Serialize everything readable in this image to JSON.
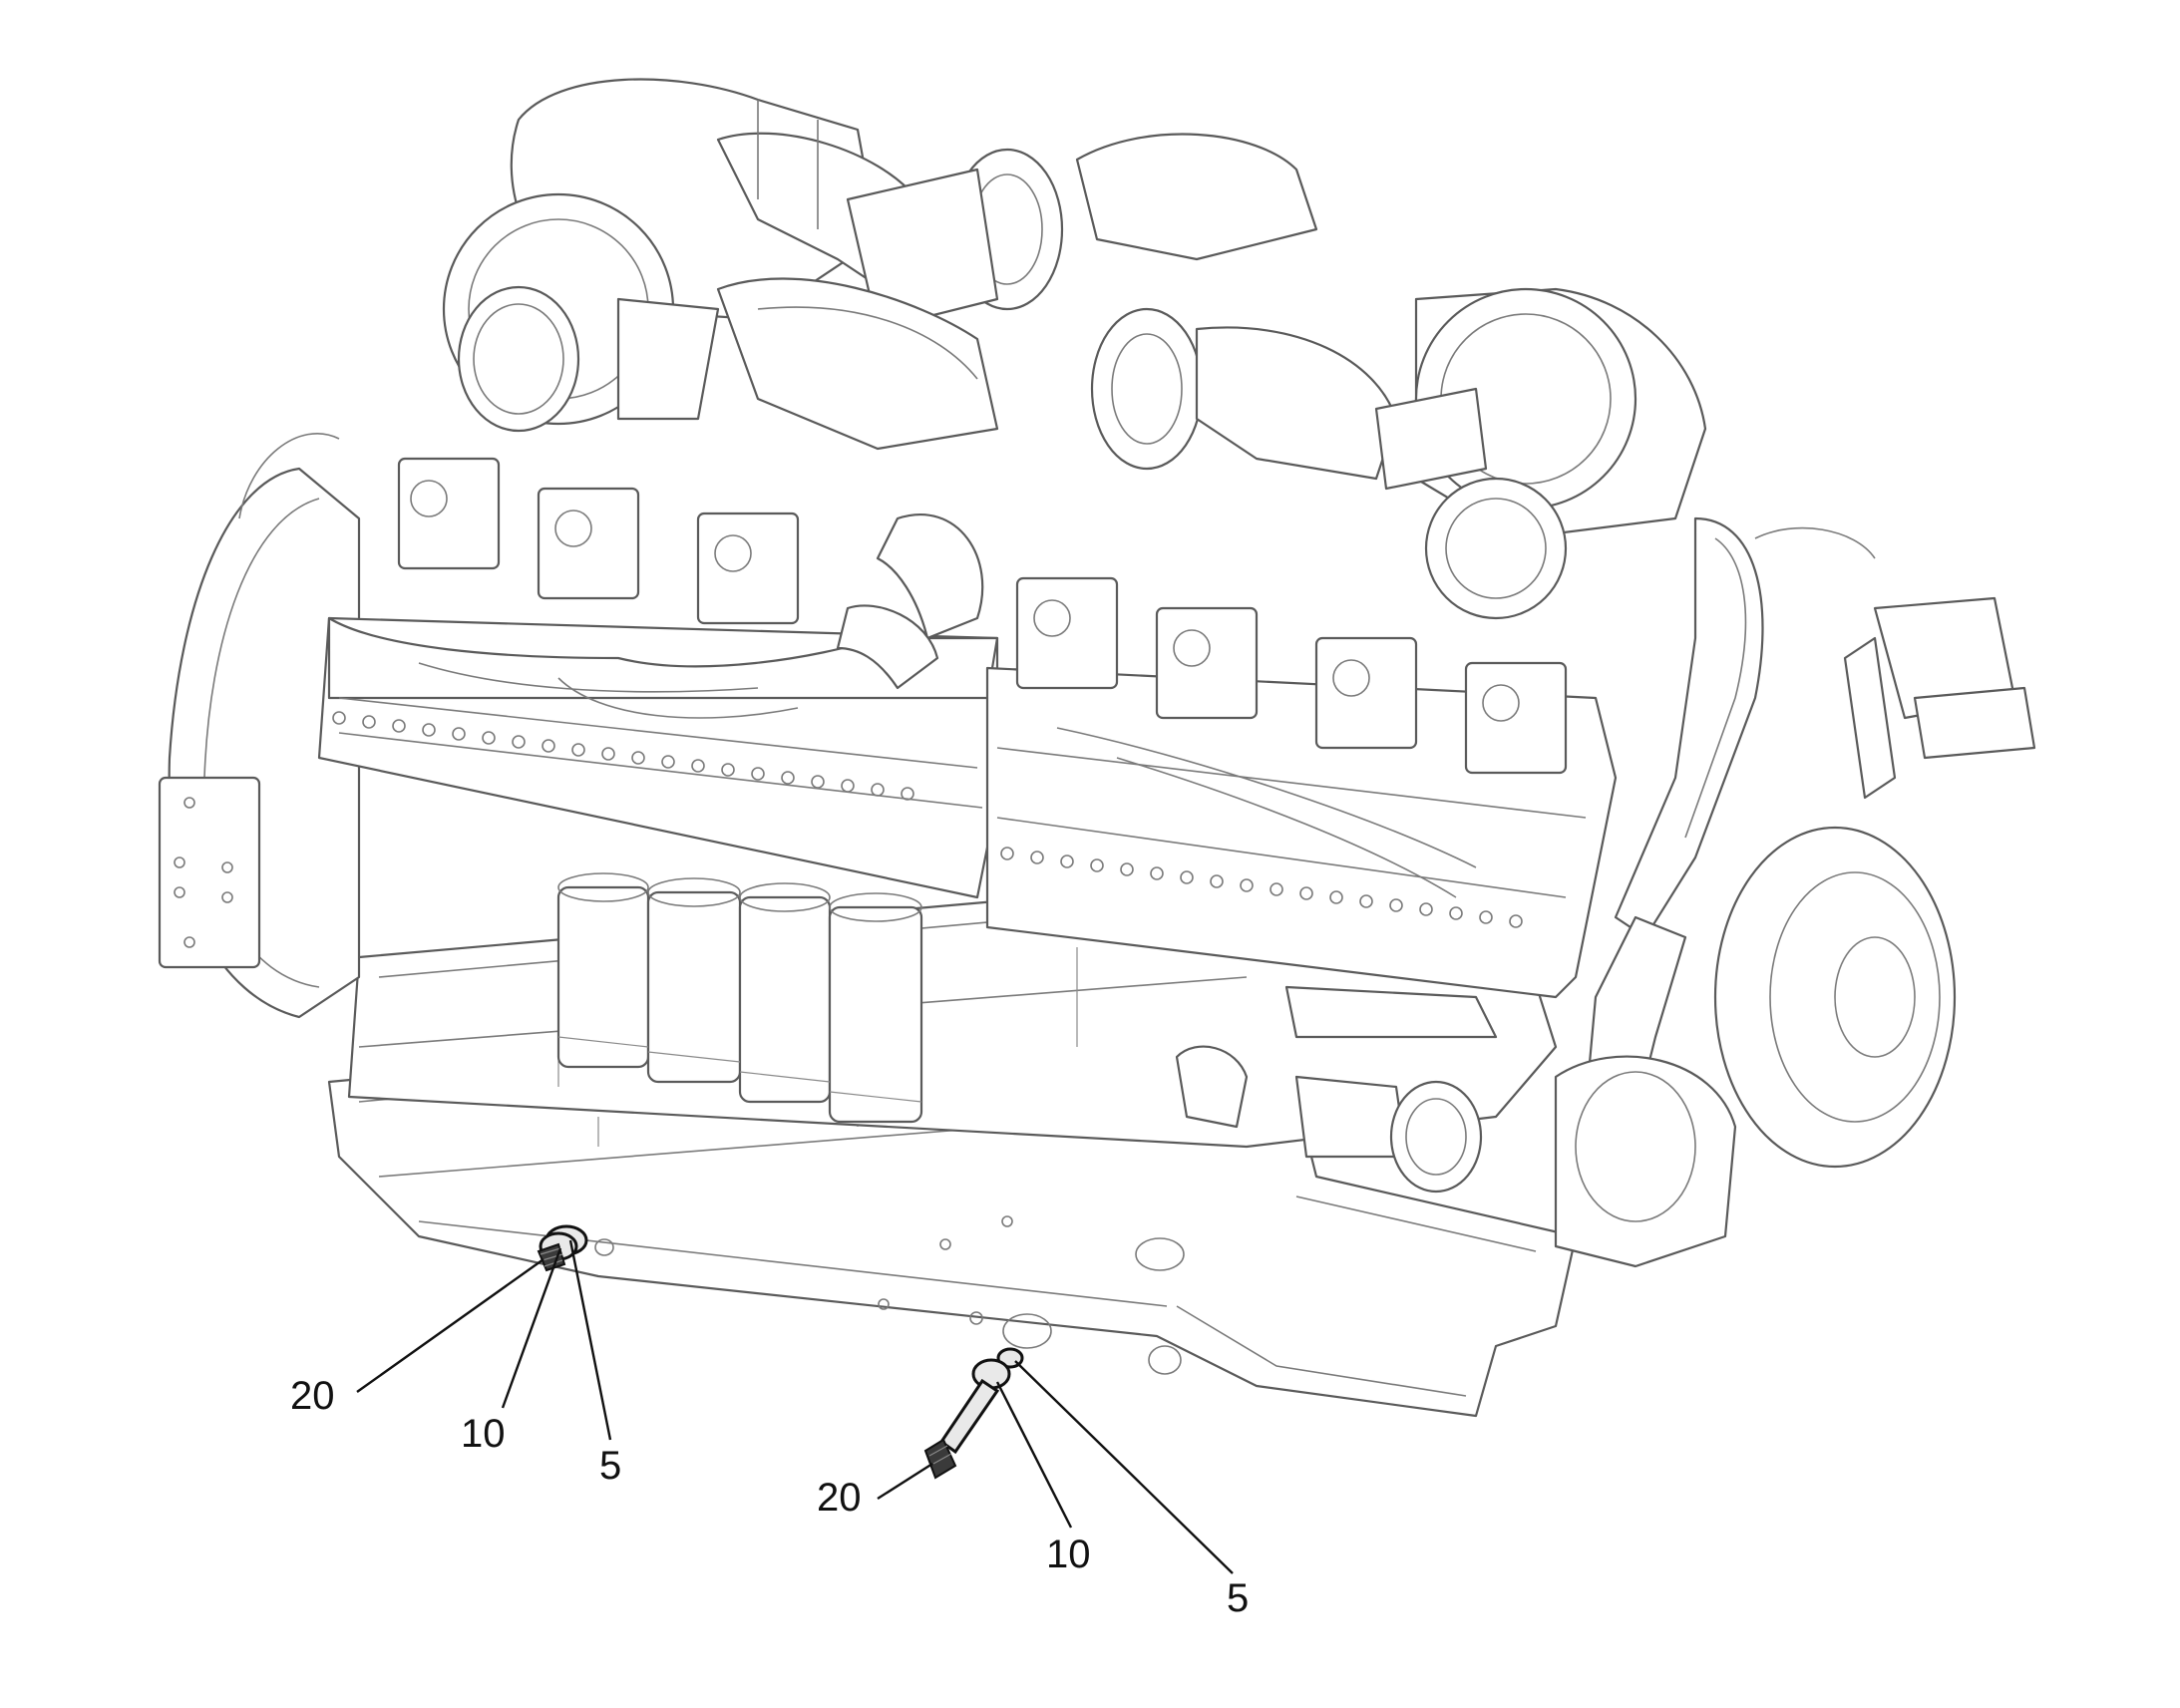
{
  "callouts": {
    "left_drain_20": "20",
    "left_drain_10": "10",
    "left_drain_5": "5",
    "right_drain_20": "20",
    "right_drain_10": "10",
    "right_drain_5": "5"
  }
}
